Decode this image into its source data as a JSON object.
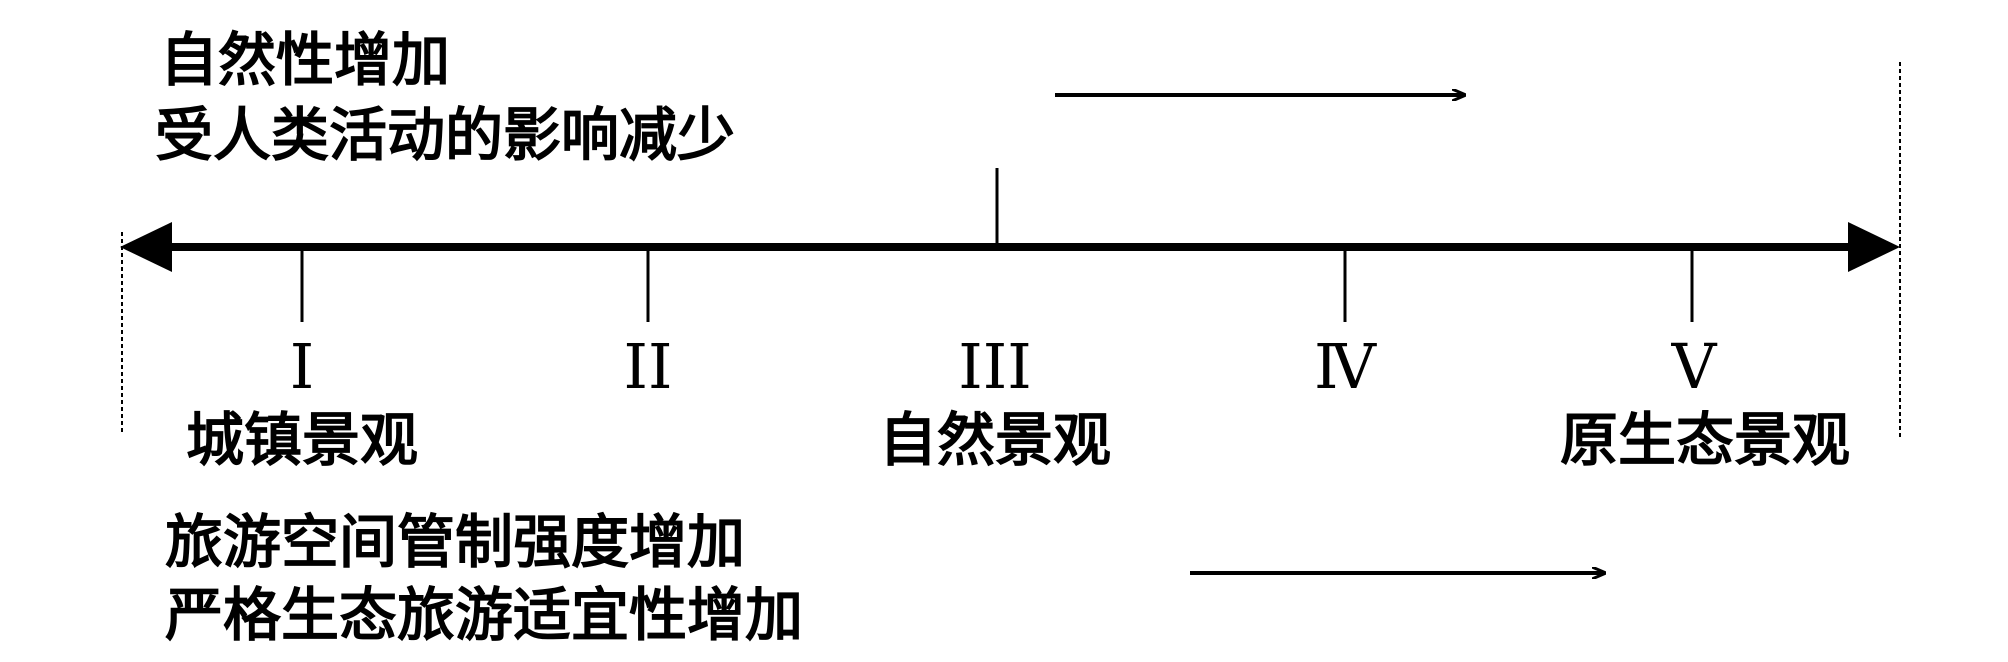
{
  "top_text": {
    "line1": "自然性增加",
    "line2": "受人类活动的影响减少"
  },
  "bottom_text": {
    "line1": "旅游空间管制强度增加",
    "line2": "严格生态旅游适宜性增加"
  },
  "stages": [
    {
      "numeral": "I",
      "label": "城镇景观"
    },
    {
      "numeral": "II",
      "label": ""
    },
    {
      "numeral": "III",
      "label": "自然景观"
    },
    {
      "numeral": "Ⅳ",
      "label": ""
    },
    {
      "numeral": "V",
      "label": "原生态景观"
    }
  ]
}
